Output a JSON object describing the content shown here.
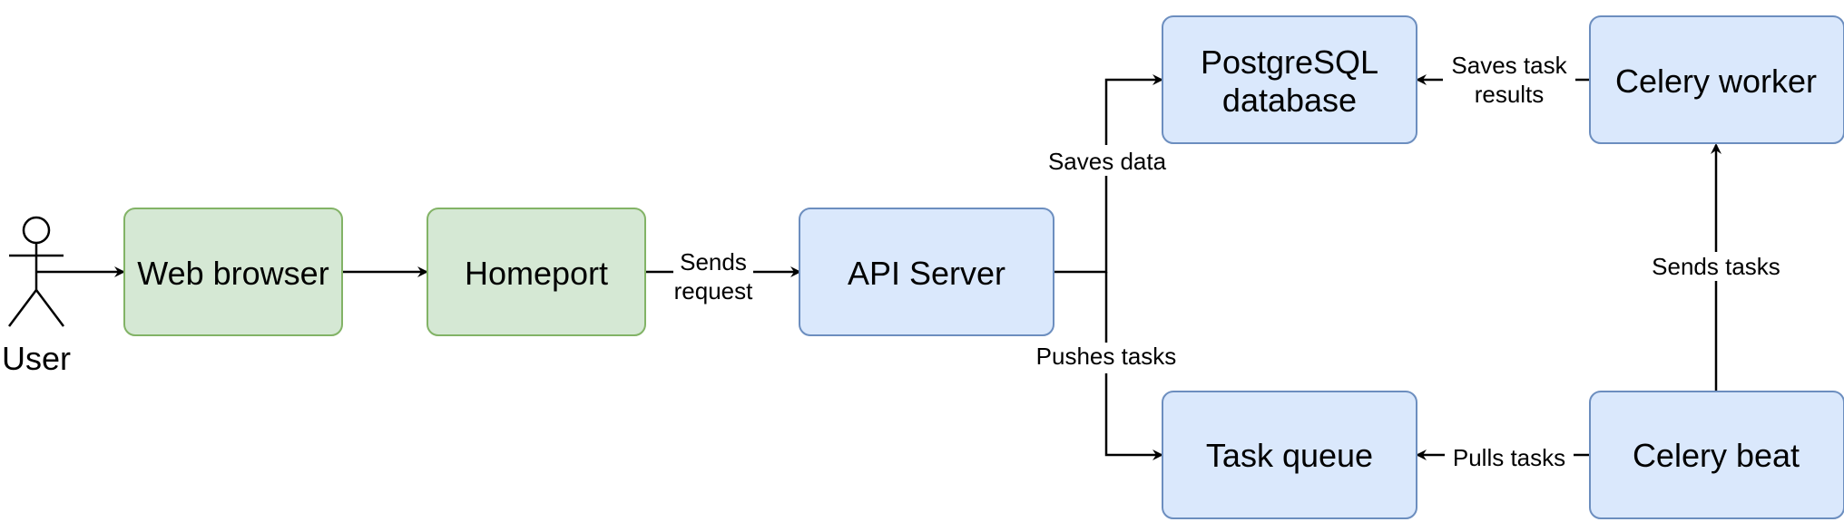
{
  "colors": {
    "green_fill": "#d5e8d4",
    "green_stroke": "#82b366",
    "blue_fill": "#dae8fc",
    "blue_stroke": "#6c8ebf",
    "line": "#000000"
  },
  "actor": {
    "label": "User",
    "icon": "stick-figure-icon"
  },
  "nodes": {
    "web_browser": "Web browser",
    "homeport": "Homeport",
    "api_server": "API Server",
    "postgresql_line1": "PostgreSQL",
    "postgresql_line2": "database",
    "task_queue": "Task queue",
    "celery_worker": "Celery worker",
    "celery_beat": "Celery beat"
  },
  "edges": {
    "sends_request_line1": "Sends",
    "sends_request_line2": "request",
    "saves_data": "Saves data",
    "pushes_tasks": "Pushes tasks",
    "saves_task_results_line1": "Saves task",
    "saves_task_results_line2": "results",
    "pulls_tasks": "Pulls tasks",
    "sends_tasks": "Sends tasks"
  }
}
